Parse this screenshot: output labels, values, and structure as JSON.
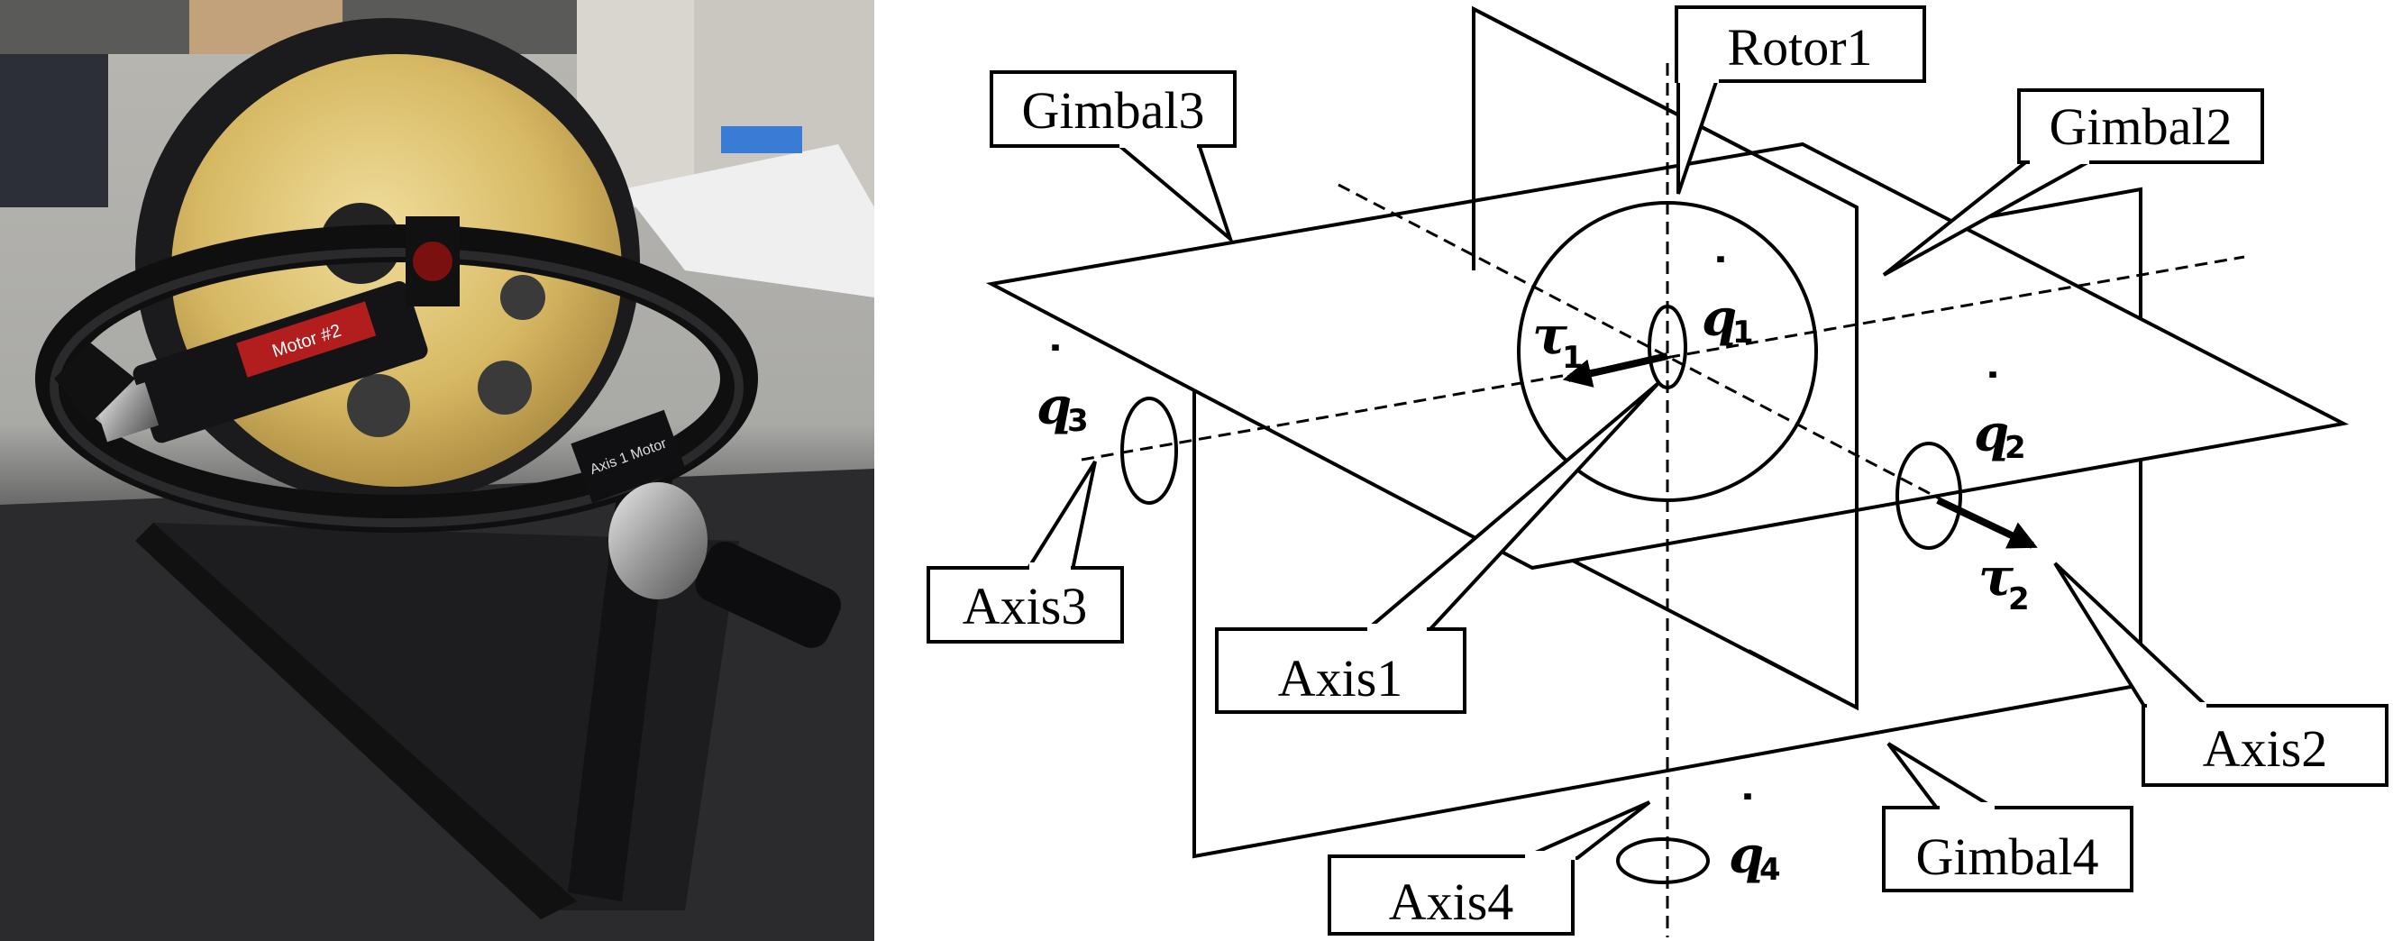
{
  "photo": {
    "motor_label": "Motor #2",
    "axis_label": "Axis 1 Motor"
  },
  "callouts": {
    "rotor1": "Rotor1",
    "gimbal3": "Gimbal3",
    "gimbal2": "Gimbal2",
    "axis3": "Axis3",
    "axis1": "Axis1",
    "axis2": "Axis2",
    "gimbal4": "Gimbal4",
    "axis4": "Axis4"
  },
  "symbols": {
    "tau": "τ",
    "q": "q",
    "dot": "˙",
    "sub1": "1",
    "sub2": "2",
    "sub3": "3",
    "sub4": "4"
  }
}
